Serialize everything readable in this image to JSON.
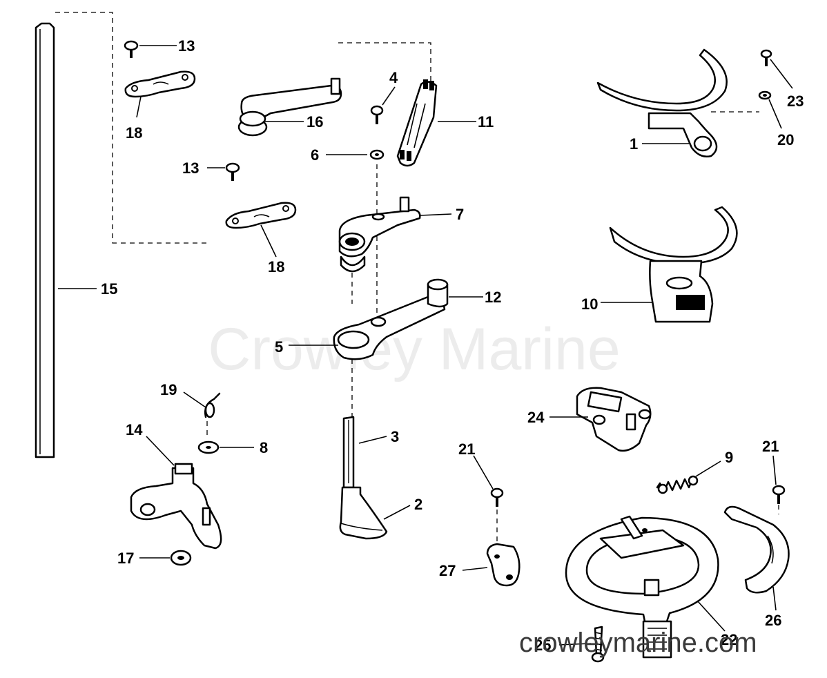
{
  "watermark": {
    "center_text": "Crowley Marine",
    "url_text": "crowleymarine.com"
  },
  "callouts": {
    "p1": "1",
    "p2": "2",
    "p3": "3",
    "p4": "4",
    "p5": "5",
    "p6": "6",
    "p7": "7",
    "p8": "8",
    "p9": "9",
    "p10": "10",
    "p11": "11",
    "p12": "12",
    "p13a": "13",
    "p13b": "13",
    "p14": "14",
    "p15": "15",
    "p16": "16",
    "p17": "17",
    "p18a": "18",
    "p18b": "18",
    "p19": "19",
    "p20": "20",
    "p21a": "21",
    "p21b": "21",
    "p22": "22",
    "p23": "23",
    "p24": "24",
    "p25": "25",
    "p26": "26",
    "p27": "27"
  }
}
